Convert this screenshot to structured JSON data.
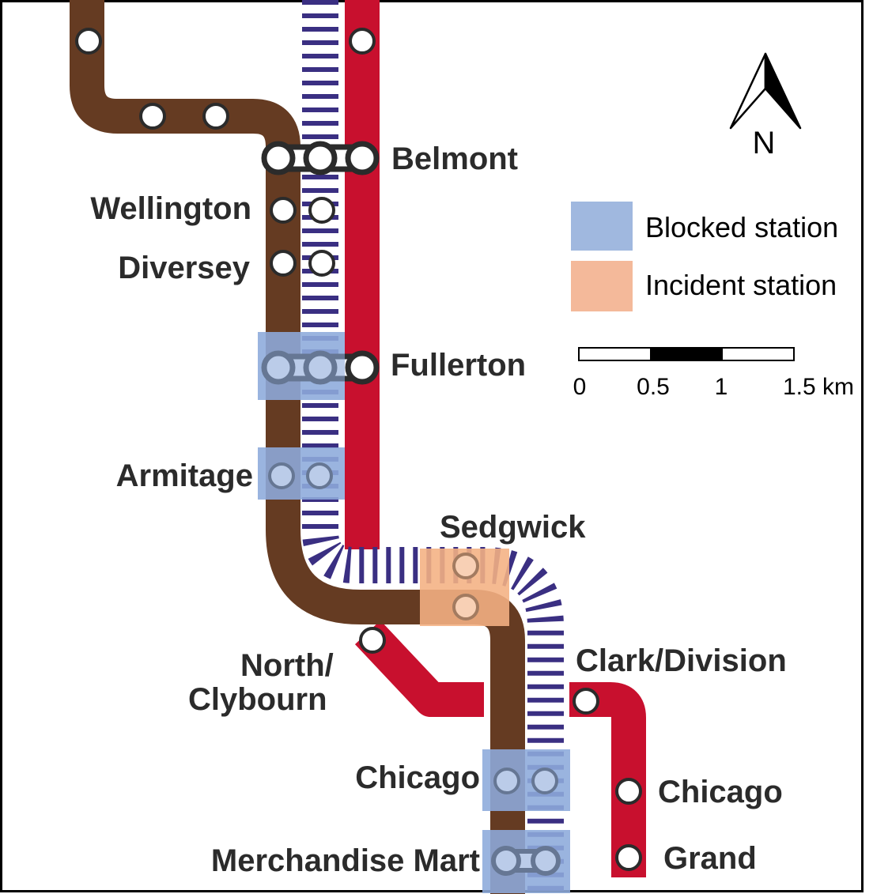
{
  "colors": {
    "brown_line": "#653b22",
    "purple_line": "#3a2f82",
    "red_line": "#c8102e",
    "blocked": "#8eaadb",
    "incident": "#f4b183",
    "station_fill": "#ffffff",
    "station_stroke": "#2b2b2b"
  },
  "stations": {
    "belmont": "Belmont",
    "wellington": "Wellington",
    "diversey": "Diversey",
    "fullerton": "Fullerton",
    "armitage": "Armitage",
    "sedgwick": "Sedgwick",
    "north_clybourn_line1": "North/",
    "north_clybourn_line2": "Clybourn",
    "clark_division": "Clark/Division",
    "chicago_brown": "Chicago",
    "merchandise_mart": "Merchandise Mart",
    "chicago_red": "Chicago",
    "grand": "Grand"
  },
  "legend": {
    "blocked_label": "Blocked station",
    "incident_label": "Incident station"
  },
  "scale_bar": {
    "ticks": [
      "0",
      "0.5",
      "1",
      "1.5 km"
    ]
  },
  "north_arrow": {
    "label": "N",
    "icon": "north-arrow-icon"
  }
}
